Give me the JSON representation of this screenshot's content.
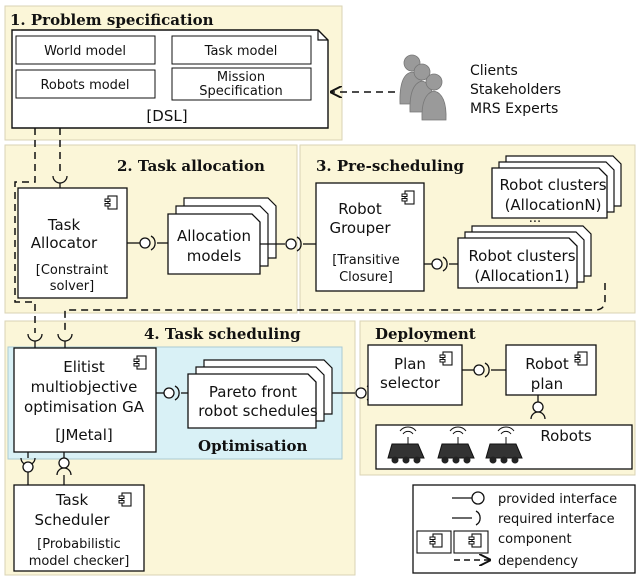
{
  "sections": {
    "problem_spec": {
      "title": "1. Problem specification",
      "world_model": "World model",
      "task_model": "Task model",
      "robots_model": "Robots model",
      "mission_line1": "Mission",
      "mission_line2": "Specification",
      "dsl": "[DSL]"
    },
    "actors": [
      "Clients",
      "Stakeholders",
      "MRS Experts"
    ],
    "task_allocation": {
      "title": "2. Task allocation",
      "allocator_line1": "Task",
      "allocator_line2": "Allocator",
      "allocator_tool_line1": "[Constraint",
      "allocator_tool_line2": "solver]",
      "models_line1": "Allocation",
      "models_line2": "models"
    },
    "pre_scheduling": {
      "title": "3. Pre-scheduling",
      "grouper_line1": "Robot",
      "grouper_line2": "Grouper",
      "grouper_tool_line1": "[Transitive",
      "grouper_tool_line2": "Closure]",
      "clusters_n_line1": "Robot clusters",
      "clusters_n_line2": "(AllocationN)",
      "ellipsis": "...",
      "clusters_1_line1": "Robot clusters",
      "clusters_1_line2": "(Allocation1)"
    },
    "task_scheduling": {
      "title": "4. Task scheduling",
      "ga_line1": "Elitist",
      "ga_line2": "multiobjective",
      "ga_line3": "optimisation GA",
      "ga_tool": "[JMetal]",
      "pareto_line1": "Pareto front",
      "pareto_line2": "robot schedules",
      "optimisation": "Optimisation",
      "scheduler_line1": "Task",
      "scheduler_line2": "Scheduler",
      "scheduler_tool_line1": "[Probabilistic",
      "scheduler_tool_line2": "model checker]"
    },
    "deployment": {
      "title": "Deployment",
      "selector_line1": "Plan",
      "selector_line2": "selector",
      "plan_line1": "Robot",
      "plan_line2": "plan",
      "robots": "Robots"
    }
  },
  "legend": {
    "provided": "provided interface",
    "required": "required interface",
    "component": "component",
    "dependency": "dependency"
  },
  "colors": {
    "section_fill": "#fbf6d8",
    "optimisation_fill": "#d9f1f6",
    "stroke": "#111111"
  }
}
